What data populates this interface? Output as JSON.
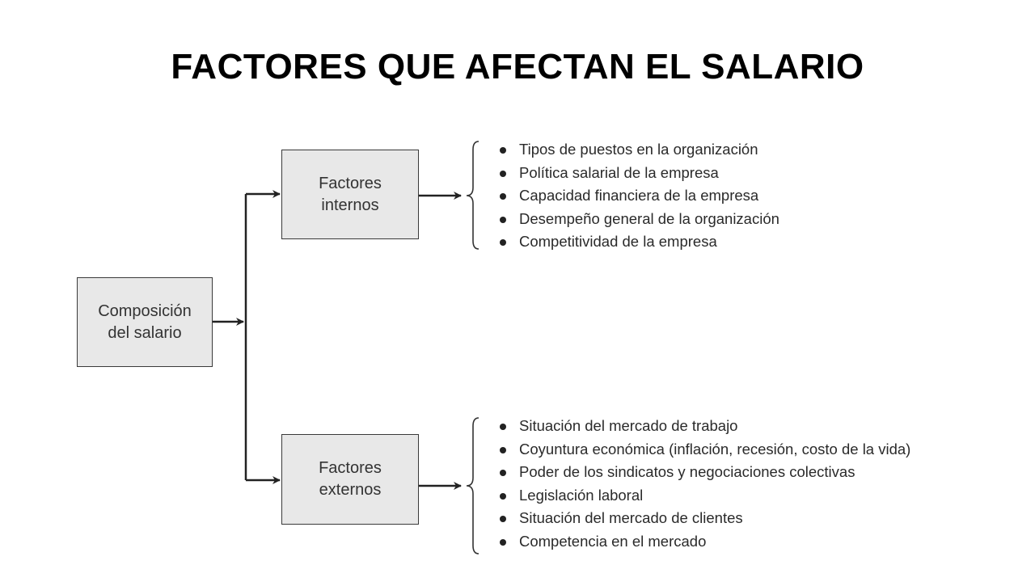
{
  "title": "FACTORES QUE AFECTAN EL SALARIO",
  "diagram": {
    "main_box": {
      "line1": "Composición",
      "line2": "del salario"
    },
    "internal_box": {
      "line1": "Factores",
      "line2": "internos"
    },
    "external_box": {
      "line1": "Factores",
      "line2": "externos"
    },
    "internal_factors": [
      "Tipos de puestos en la organización",
      "Política salarial de la empresa",
      "Capacidad financiera de la empresa",
      "Desempeño general de la organización",
      "Competitividad de la empresa"
    ],
    "external_factors": [
      "Situación del mercado de trabajo",
      "Coyuntura económica (inflación, recesión, costo de la vida)",
      "Poder de los sindicatos y negociaciones colectivas",
      "Legislación laboral",
      "Situación del mercado de clientes",
      "Competencia en el mercado"
    ],
    "line_color": "#222222",
    "box_fill": "#e8e8e8"
  }
}
